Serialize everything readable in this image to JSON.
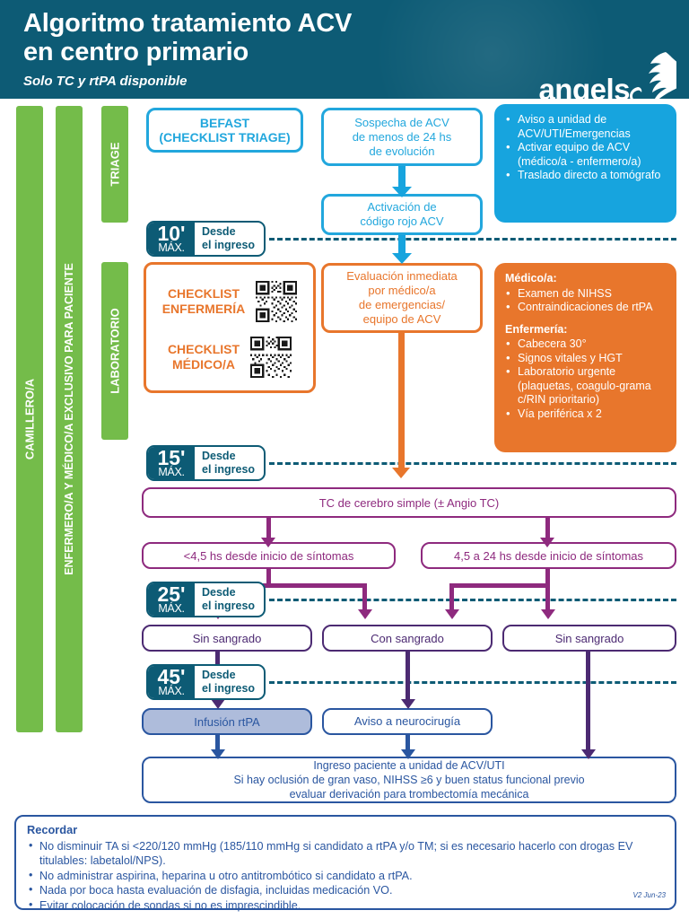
{
  "header": {
    "title_line1": "Algoritmo tratamiento ACV",
    "title_line2": "en centro primario",
    "subtitle": "Solo TC y rtPA disponible",
    "logo_text": "angels"
  },
  "lanes": [
    {
      "label": "CAMILLERO/A"
    },
    {
      "label": "ENFERMERO/A Y MÉDICO/A EXCLUSIVO PARA PACIENTE"
    },
    {
      "label": "TRIAGE"
    },
    {
      "label": "LABORATORIO"
    }
  ],
  "time_badges": [
    {
      "num": "10'",
      "max": "MÁX.",
      "l1": "Desde",
      "l2": "el ingreso"
    },
    {
      "num": "15'",
      "max": "MÁX.",
      "l1": "Desde",
      "l2": "el ingreso"
    },
    {
      "num": "25'",
      "max": "MÁX.",
      "l1": "Desde",
      "l2": "el ingreso"
    },
    {
      "num": "45'",
      "max": "MÁX.",
      "l1": "Desde",
      "l2": "el ingreso"
    }
  ],
  "flow": {
    "befast_l1": "BEFAST",
    "befast_l2": "(CHECKLIST TRIAGE)",
    "sospecha_l1": "Sospecha de ACV",
    "sospecha_l2": "de menos de 24 hs",
    "sospecha_l3": "de evolución",
    "activacion_l1": "Activación de",
    "activacion_l2": "código rojo ACV",
    "evaluacion_l1": "Evaluación inmediata",
    "evaluacion_l2": "por médico/a",
    "evaluacion_l3": "de emergencias/",
    "evaluacion_l4": "equipo de ACV",
    "tc_cerebro": "TC de cerebro simple (± Angio TC)",
    "ventana_izq": "<4,5 hs desde inicio de síntomas",
    "ventana_der": "4,5 a 24 hs desde inicio de síntomas",
    "sangrado_1": "Sin sangrado",
    "sangrado_2": "Con sangrado",
    "sangrado_3": "Sin sangrado",
    "infusion": "Infusión rtPA",
    "neurocirugia": "Aviso a neurocirugía",
    "ingreso_l1": "Ingreso paciente a unidad de ACV/UTI",
    "ingreso_l2": "Si hay oclusión de gran vaso, NIHSS ≥6 y buen status funcional previo",
    "ingreso_l3": "evaluar derivación para trombectomía mecánica"
  },
  "checklist": {
    "nurse_l1": "CHECKLIST",
    "nurse_l2": "ENFERMERÍA",
    "doctor_l1": "CHECKLIST",
    "doctor_l2": "MÉDICO/A",
    "qr_nurse_name": "qr-code-checklist-enfermeria",
    "qr_doctor_name": "qr-code-checklist-medico"
  },
  "blue_panel": {
    "items": [
      "Aviso a unidad de ACV/UTI/Emergencias",
      "Activar equipo de ACV (médico/a - enfermero/a)",
      "Traslado directo a tomógrafo"
    ]
  },
  "orange_panel": {
    "doctor_title": "Médico/a:",
    "doctor_items": [
      "Examen de NIHSS",
      "Contraindicaciones de rtPA"
    ],
    "nurse_title": "Enfermería:",
    "nurse_items": [
      "Cabecera 30°",
      "Signos vitales y HGT",
      "Laboratorio urgente (plaquetas, coagulo-grama c/RIN prioritario)",
      "Vía periférica x 2"
    ]
  },
  "recordar": {
    "title": "Recordar",
    "items": [
      "No disminuir TA si <220/120 mmHg (185/110 mmHg si candidato a rtPA y/o TM; si es necesario hacerlo con drogas EV titulables: labetalol/NPS).",
      "No administrar aspirina, heparina u otro antitrombótico si candidato a rtPA.",
      "Nada por boca hasta evaluación de disfagia, incluidas medicación VO.",
      "Evitar colocación de sondas si no es imprescindible."
    ],
    "version": "V2 Jun-23"
  },
  "colors": {
    "header_teal": "#0d5b75",
    "green": "#74bc4a",
    "cyan": "#22a7dd",
    "cyan_fill": "#17a4de",
    "orange": "#e8762c",
    "purple": "#8e2a7e",
    "dark_purple": "#4c2a72",
    "blue": "#2a56a0",
    "rtpa_fill": "#aebcdb"
  }
}
